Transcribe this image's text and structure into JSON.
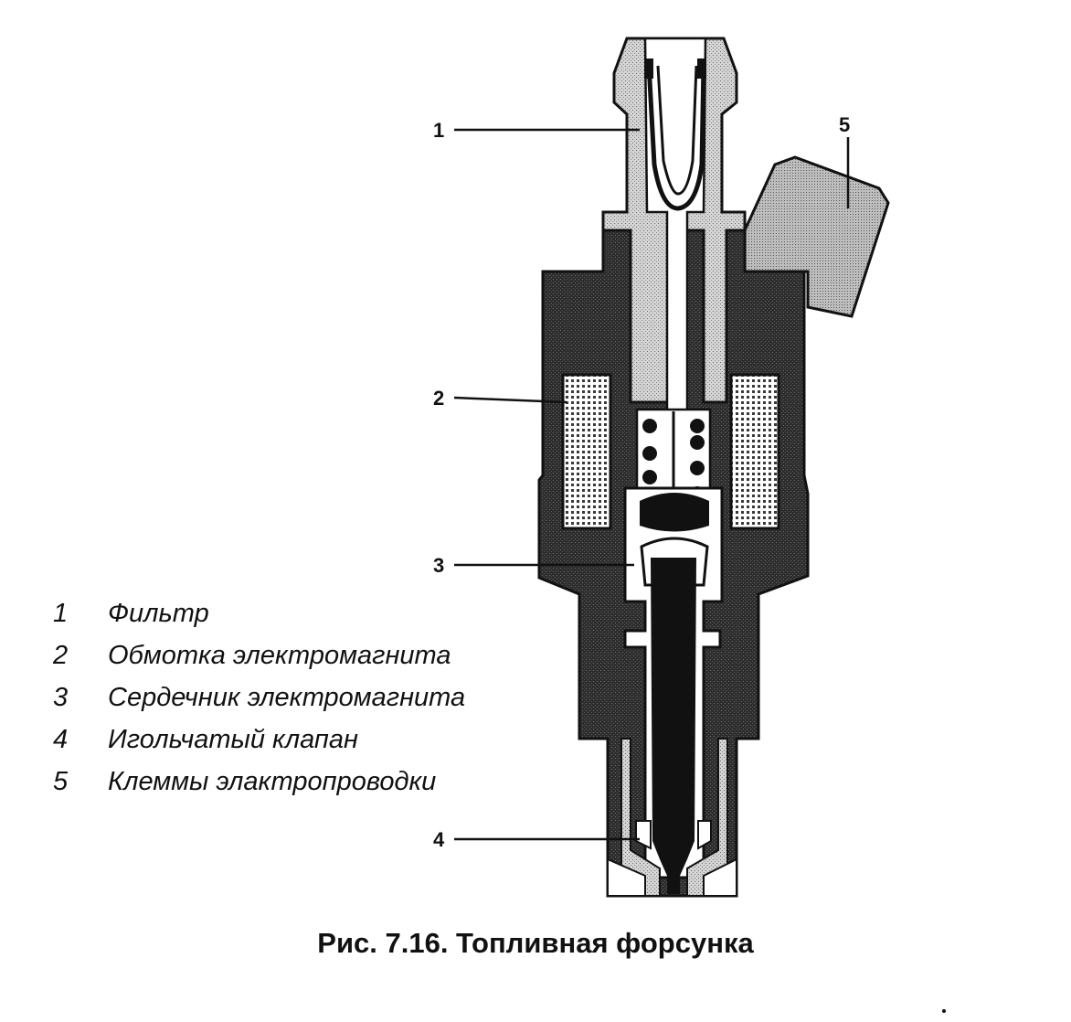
{
  "callouts": [
    "1",
    "2",
    "3",
    "4",
    "5"
  ],
  "legend": [
    {
      "num": "1",
      "label": "Фильтр"
    },
    {
      "num": "2",
      "label": "Обмотка электромагнита"
    },
    {
      "num": "3",
      "label": "Сердечник электромагнита"
    },
    {
      "num": "4",
      "label": "Игольчатый клапан"
    },
    {
      "num": "5",
      "label": "Клеммы элактропроводки"
    }
  ],
  "caption": "Рис. 7.16. Топливная форсунка",
  "colors": {
    "ink": "#111111",
    "light_gray": "#c9c9c9",
    "mid_gray": "#9a9a9a",
    "dark_gray": "#3a3a3a"
  }
}
